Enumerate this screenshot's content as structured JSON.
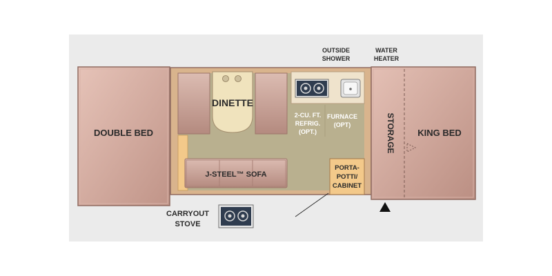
{
  "labels": {
    "double_bed": "DOUBLE BED",
    "king_bed": "KING BED",
    "dinette": "DINETTE",
    "sofa": "J-STEEL™ SOFA",
    "refrig": [
      "2-CU. FT.",
      "REFRIG.",
      "(OPT.)"
    ],
    "furnace": [
      "FURNACE",
      "(OPT)"
    ],
    "storage": "STORAGE",
    "porta_potti": [
      "PORTA-",
      "POTTI/",
      "CABINET"
    ],
    "outside_shower": [
      "OUTSIDE",
      "SHOWER"
    ],
    "water_heater": [
      "WATER",
      "HEATER"
    ],
    "carryout_stove": [
      "CARRYOUT",
      "STOVE"
    ]
  },
  "colors": {
    "backdrop": "#ebebeb",
    "bed_light": "#e3bdb3",
    "bed_dark": "#b88e82",
    "bed_edge": "#8f6a60",
    "floor": "#b9b08f",
    "counter": "#efe3cc",
    "cabinet": "#f3c98a",
    "table": "#f0e3bd",
    "cushion": "#c9a398",
    "label_dark": "#2a2a2a",
    "label_light": "#ffffff",
    "dash": "#7a5a52"
  },
  "icons": {
    "entry_door": "triangle-up-icon",
    "king_bed_marker": "dashed-triangle-icon",
    "sink": "sink-icon",
    "stove": "stove-burners-icon"
  }
}
